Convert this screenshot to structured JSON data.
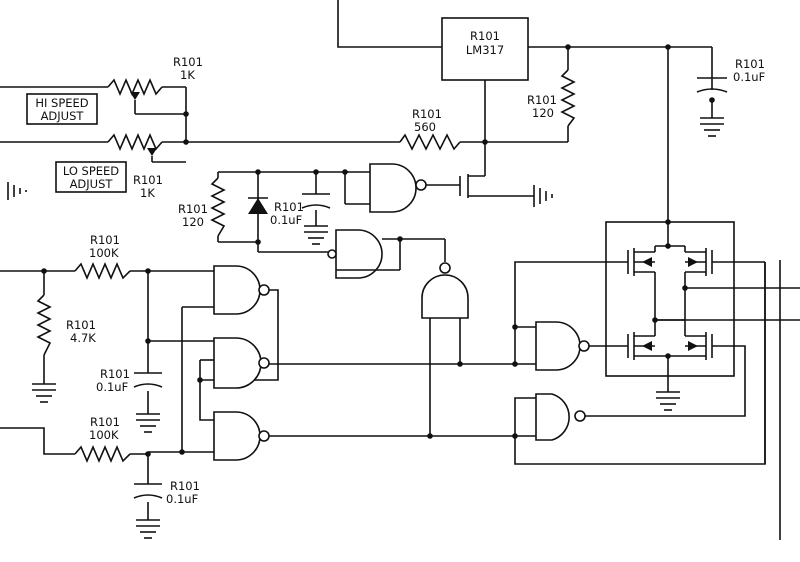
{
  "labels": {
    "hi_speed": [
      "HI SPEED",
      "ADJUST"
    ],
    "lo_speed": [
      "LO SPEED",
      "ADJUST"
    ]
  },
  "regulator": {
    "ref": "R101",
    "part": "LM317"
  },
  "components": {
    "pot_hi": [
      "R101",
      "1K"
    ],
    "pot_lo": [
      "R101",
      "1K"
    ],
    "r560": [
      "R101",
      "560"
    ],
    "r120_reg": [
      "R101",
      "120"
    ],
    "c_out": [
      "R101",
      "0.1uF"
    ],
    "r120_timer": [
      "R101",
      "120"
    ],
    "c_timer": [
      "R101",
      "0.1uF"
    ],
    "r100k_top": [
      "R101",
      "100K"
    ],
    "r47k": [
      "R101",
      "4.7K"
    ],
    "c_mid": [
      "R101",
      "0.1uF"
    ],
    "r100k_bot": [
      "R101",
      "100K"
    ],
    "c_bot": [
      "R101",
      "0.1uF"
    ]
  }
}
